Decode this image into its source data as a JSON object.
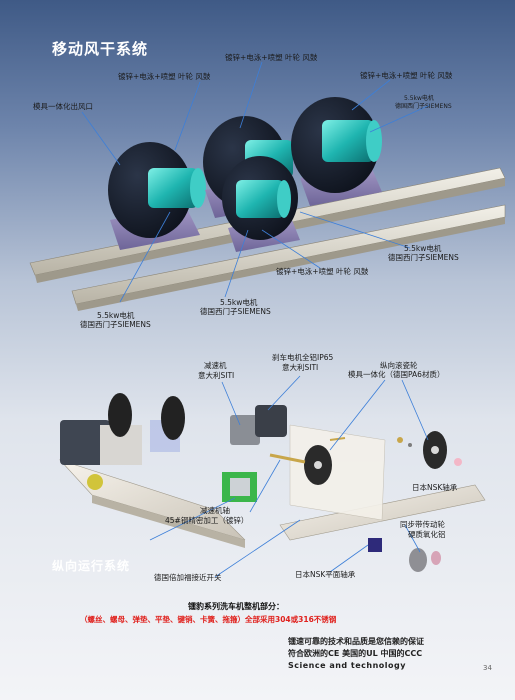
{
  "sections": {
    "top_title": "移动风干系统",
    "bottom_title": "纵向运行系统"
  },
  "top_labels": {
    "fan_top_center": "镀锌+电泳+喷塑 叶轮 风鼓",
    "fan_top_left": "镀锌+电泳+喷塑 叶轮 风鼓",
    "fan_top_right": "镀锌+电泳+喷塑 叶轮 风鼓",
    "outlet": "模具一体化出风口",
    "motor_right_top_1": "5.5kw电机",
    "motor_right_top_2": "德国西门子SIEMENS",
    "motor_right_mid_1": "5.5kw电机",
    "motor_right_mid_2": "德国西门子SIEMENS",
    "fan_bottom_mid": "镀锌+电泳+喷塑 叶轮 风鼓",
    "motor_center_1": "5.5kw电机",
    "motor_center_2": "德国西门子SIEMENS",
    "motor_left_1": "5.5kw电机",
    "motor_left_2": "德国西门子SIEMENS"
  },
  "bottom_labels": {
    "reducer_1": "减速机",
    "reducer_2": "意大利SITI",
    "brake_motor_1": "刹车电机全铝IP65",
    "brake_motor_2": "意大利SITI",
    "wheel_1": "纵向滚瓷轮",
    "wheel_2": "模具一体化（德国PA6材质）",
    "nsk_bearing": "日本NSK轴承",
    "reducer_shaft_1": "减速机轴",
    "reducer_shaft_2": "45#钢精密加工（镀锌）",
    "sync_wheel_1": "同步带传动轮",
    "sync_wheel_2": "硬质氧化铝",
    "proximity_switch": "德国倍加福接近开关",
    "nsk_flat_bearing": "日本NSK平面轴承"
  },
  "footer": {
    "title": "镭豹系列洗车机整机部分：",
    "parts": "（螺丝、螺母、弹垫、平垫、键销、卡簧、拖箍）全部采用304或316不锈钢",
    "slogan_1": "镭速可靠的技术和品质是您信赖的保证",
    "slogan_2": "符合欧洲的CE 美国的UL 中国的CCC",
    "slogan_3": "Science and technology",
    "page_number": "34"
  }
}
